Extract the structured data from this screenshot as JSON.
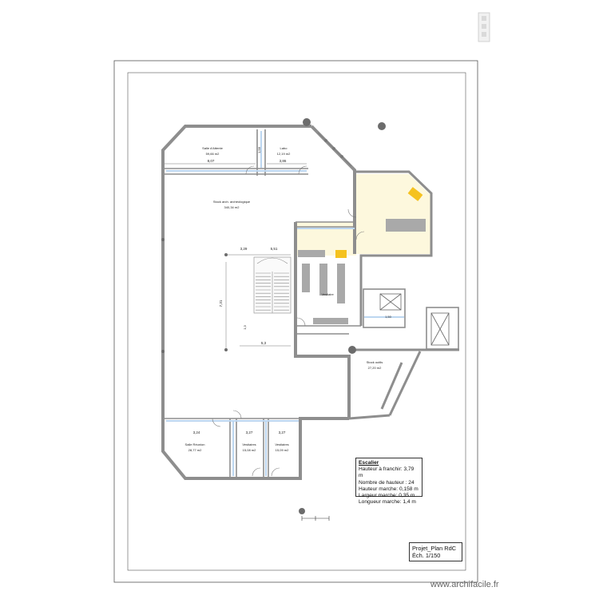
{
  "rooms": {
    "salle_attente": {
      "name": "Salle d'Attente",
      "area": "59,66 m2"
    },
    "labo": {
      "name": "Labo",
      "area": "12,19 m2"
    },
    "stock_archeo": {
      "name": "Stock arch. archéologique",
      "area": "340,34 m2"
    },
    "vestiaire": {
      "name": "Vestiaire",
      "area": ""
    },
    "stock_outils": {
      "name": "Stock outils",
      "area": "27,20 m2"
    },
    "salle_reunion": {
      "name": "Salle Réunion",
      "area": "28,77 m2"
    },
    "vestiaires_1": {
      "name": "Vestiaires",
      "area": "15,08 m2"
    },
    "vestiaires_2": {
      "name": "Vestiaires",
      "area": "15,09 m2"
    }
  },
  "dimensions": {
    "d_807": "8,07",
    "d_386": "3,86",
    "d_329": "3,29",
    "d_551": "5,51",
    "d_731": "7,31",
    "d_53": "5,3",
    "d_324": "3,24",
    "d_327a": "3,27",
    "d_327b": "3,27",
    "d_150": "1,50",
    "v_158": "1,58",
    "v_13": "1,3"
  },
  "escalier_legend": {
    "title": "Escalier",
    "lines": [
      "Hauteur à franchir: 3,79 m",
      "Nombre de hauteur : 24",
      "Hauteur marche: 0,158 m",
      "Largeur marche: 0,35 m",
      "Longueur marche: 1,4 m"
    ]
  },
  "cartouche": {
    "project": "Projet_Plan RdC",
    "scale": "Éch. 1/150"
  },
  "watermark": "www.archifacile.fr",
  "colors": {
    "wall": "#8e8e8e",
    "partition_blue": "#bcd6f0",
    "office_fill": "#fdf8dd",
    "desk_yellow": "#f5c21f",
    "furniture_grey": "#a9a9a9",
    "column": "#6c6c6c"
  }
}
